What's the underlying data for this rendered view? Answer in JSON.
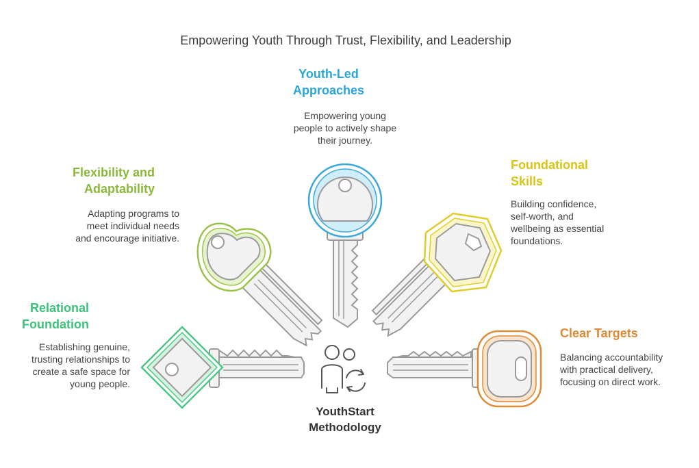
{
  "title": "Empowering Youth Through Trust, Flexibility, and Leadership",
  "center": {
    "label": "YouthStart\nMethodology",
    "icon": "people-cycle-icon"
  },
  "elements": [
    {
      "id": "youth-led",
      "heading": "Youth-Led\nApproaches",
      "description": "Empowering young\npeople to actively shape\ntheir journey.",
      "color": "#2aa6d6",
      "icon": "key-icon"
    },
    {
      "id": "flexibility",
      "heading": "Flexibility and\nAdaptability",
      "description": "Adapting programs to\nmeet individual needs\nand encourage initiative.",
      "color": "#8ab83a",
      "icon": "key-icon"
    },
    {
      "id": "foundational",
      "heading": "Foundational\nSkills",
      "description": "Building confidence,\nself-worth, and\nwellbeing as essential\nfoundations.",
      "color": "#d9c415",
      "icon": "key-icon"
    },
    {
      "id": "relational",
      "heading": "Relational\nFoundation",
      "description": "Establishing genuine,\ntrusting relationships to\ncreate a safe space for\nyoung people.",
      "color": "#3cc27a",
      "icon": "key-icon"
    },
    {
      "id": "clear-targets",
      "heading": "Clear Targets",
      "description": "Balancing accountability\nwith practical delivery,\nfocusing on direct work.",
      "color": "#e08a35",
      "icon": "key-icon"
    }
  ]
}
